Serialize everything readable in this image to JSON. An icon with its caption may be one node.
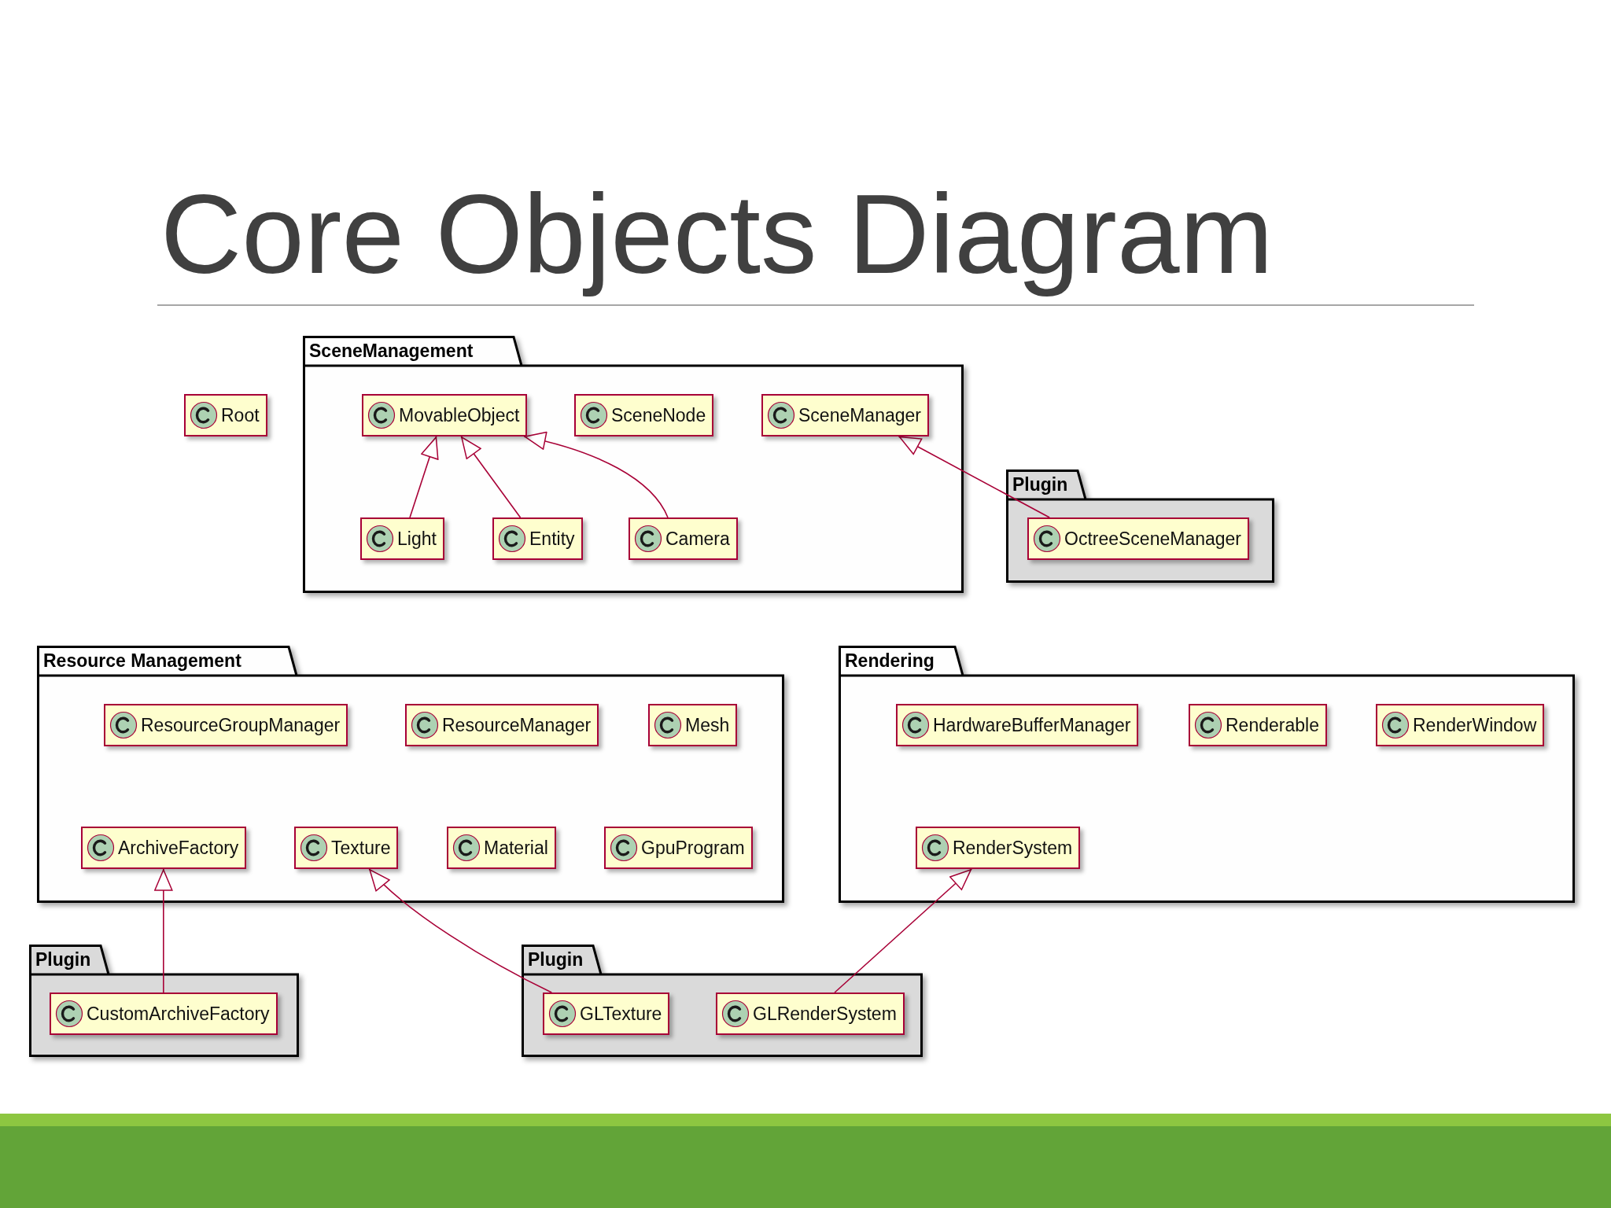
{
  "diagram": {
    "title": "Core Objects Diagram",
    "nodes": [
      {
        "text": [
          "Root"
        ]
      },
      {
        "text": [
          "SceneManagement"
        ]
      },
      {
        "text": [
          "MovableObject"
        ],
        "in": 1
      },
      {
        "text": [
          "SceneNode"
        ],
        "in": 1
      },
      {
        "text": [
          "SceneManager"
        ],
        "in": 1
      },
      {
        "text": [
          "Light"
        ],
        "in": 1
      },
      {
        "text": [
          "Entity"
        ],
        "in": 1
      },
      {
        "text": [
          "Camera"
        ],
        "in": 1
      },
      {
        "text": [
          "Plugin"
        ]
      },
      {
        "text": [
          "OctreeSceneManager"
        ],
        "in": 8
      },
      {
        "text": [
          "Resource Management"
        ]
      },
      {
        "text": [
          "ResourceGroupManager"
        ],
        "in": 10
      },
      {
        "text": [
          "ResourceManager"
        ],
        "in": 10
      },
      {
        "text": [
          "Mesh"
        ],
        "in": 10
      },
      {
        "text": [
          "ArchiveFactory"
        ],
        "in": 10
      },
      {
        "text": [
          "Texture"
        ],
        "in": 10
      },
      {
        "text": [
          "Material"
        ],
        "in": 10
      },
      {
        "text": [
          "GpuProgram"
        ],
        "in": 10
      },
      {
        "text": [
          "Rendering"
        ]
      },
      {
        "text": [
          "HardwareBufferManager"
        ],
        "in": 18
      },
      {
        "text": [
          "Renderable"
        ],
        "in": 18
      },
      {
        "text": [
          "RenderWindow"
        ],
        "in": 18
      },
      {
        "text": [
          "RenderSystem"
        ],
        "in": 18
      },
      {
        "text": [
          "Plugin"
        ]
      },
      {
        "text": [
          "CustomArchiveFactory"
        ],
        "in": 23
      },
      {
        "text": [
          "Plugin"
        ]
      },
      {
        "text": [
          "GLTexture"
        ],
        "in": 25
      },
      {
        "text": [
          "GLRenderSystem"
        ],
        "in": 25
      }
    ],
    "edges": [
      {
        "from": 5,
        "to": 2,
        "arrow": "to"
      },
      {
        "from": 6,
        "to": 2,
        "arrow": "to"
      },
      {
        "from": 7,
        "to": 2,
        "arrow": "to"
      },
      {
        "from": 9,
        "to": 4,
        "arrow": "to"
      },
      {
        "from": 24,
        "to": 14,
        "arrow": "to"
      },
      {
        "from": 26,
        "to": 15,
        "arrow": "to"
      },
      {
        "from": 27,
        "to": 22,
        "arrow": "to"
      }
    ]
  }
}
